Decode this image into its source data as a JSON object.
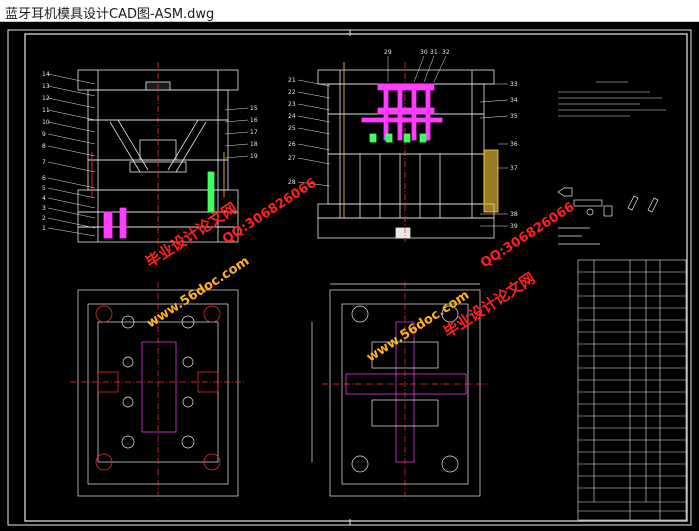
{
  "window": {
    "title": "蓝牙耳机模具设计CAD图-ASM.dwg"
  },
  "colors": {
    "titlebar_bg": "#ffffff",
    "canvas_bg": "#000000",
    "line_white": "#e8e8e8",
    "magenta": "#ff3cff",
    "red_center": "#ff3030",
    "yellow": "#ffd040",
    "green": "#40ff60",
    "cyan": "#40e0ff",
    "watermark_red": "#ff2020",
    "watermark_orange": "#ffb020"
  },
  "watermarks": [
    {
      "text": "www.56doc.com",
      "color": "#ffb020"
    },
    {
      "text": "毕业设计论文网",
      "color": "#ff2020"
    },
    {
      "text": "QQ:306826066",
      "color": "#ff2020"
    },
    {
      "text": "www.56doc.com",
      "color": "#ffb020"
    },
    {
      "text": "毕业设计论文网",
      "color": "#ff2020"
    },
    {
      "text": "QQ:306826066",
      "color": "#ff2020"
    }
  ],
  "balloons_left_left": [
    "14",
    "13",
    "12",
    "11",
    "10",
    "9",
    "8",
    "7",
    "6",
    "5",
    "4",
    "3",
    "2",
    "1"
  ],
  "balloons_left_right": [
    "15",
    "16",
    "17",
    "18",
    "19"
  ],
  "balloons_mid_top": [
    "29",
    "30",
    "31",
    "32"
  ],
  "balloons_mid_left": [
    "21",
    "22",
    "23",
    "24",
    "25",
    "26",
    "27",
    "28"
  ],
  "balloons_mid_right": [
    "33",
    "34",
    "35",
    "36",
    "37",
    "38",
    "39"
  ]
}
